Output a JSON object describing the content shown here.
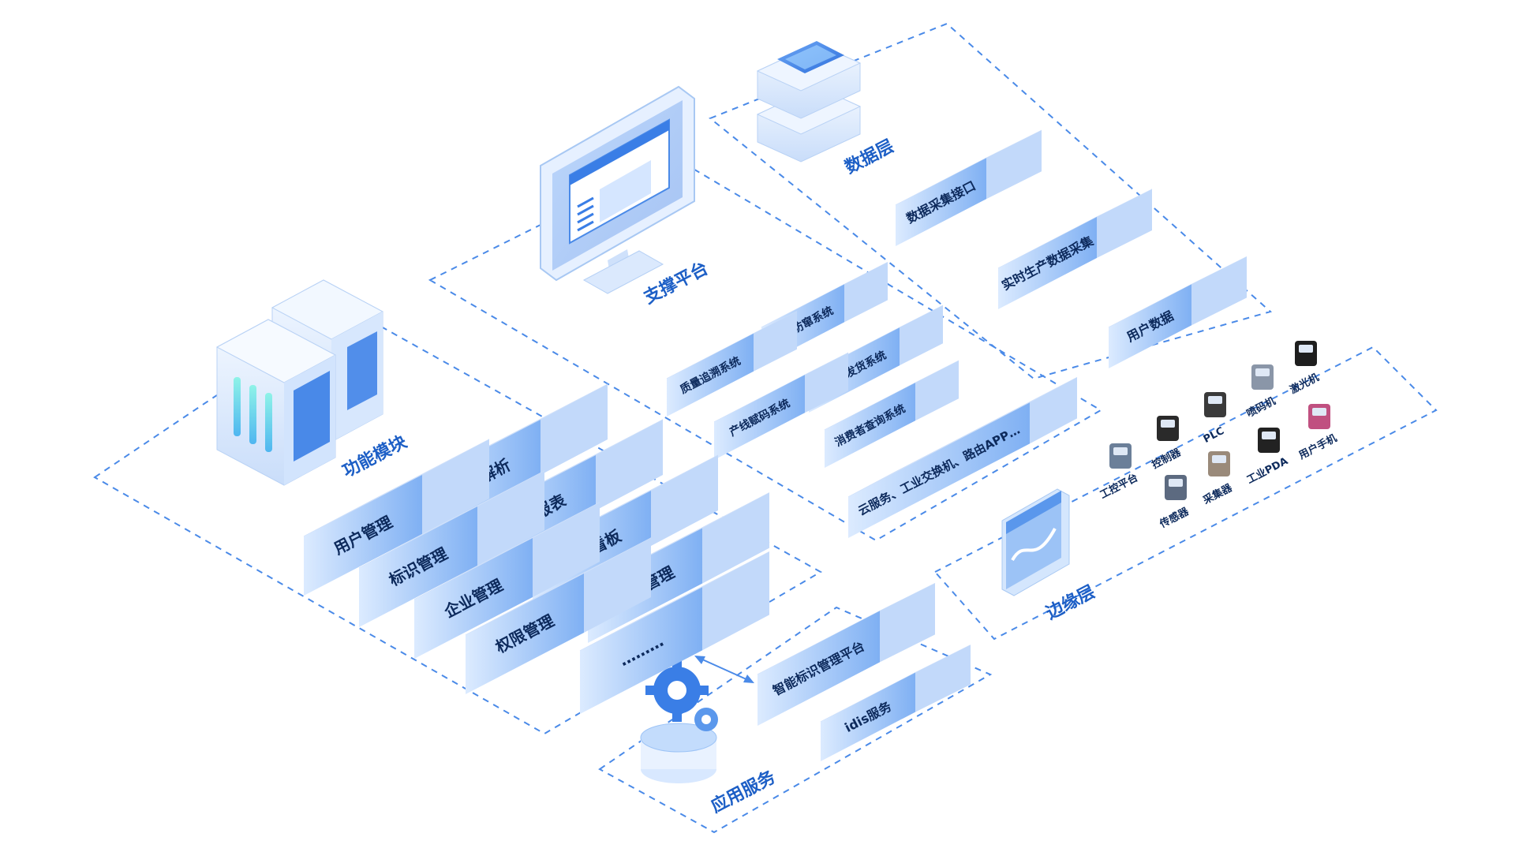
{
  "layers": {
    "data_layer": "数据层",
    "support_platform": "支撑平台",
    "function_module": "功能模块",
    "edge_layer": "边缘层",
    "app_service": "应用服务"
  },
  "data_layer_items": [
    "数据采集接口",
    "实时生产数据采集",
    "用户数据"
  ],
  "platform_items": [
    "防伪防窜系统",
    "质量追溯系统",
    "PDA发货系统",
    "产线赋码系统",
    "消费者查询系统",
    "云服务、工业交换机、路由APP…"
  ],
  "function_items": [
    "标识解析",
    "用户管理",
    "统计报表",
    "标识管理",
    "数据看板",
    "企业管理",
    "接口管理",
    "权限管理",
    "………"
  ],
  "app_items": [
    "智能标识管理平台",
    "idis服务"
  ],
  "edge_devices": [
    {
      "label": "工控平台",
      "icon": "industrial-pc-icon"
    },
    {
      "label": "控制器",
      "icon": "controller-icon"
    },
    {
      "label": "PLC",
      "icon": "plc-icon"
    },
    {
      "label": "喷码机",
      "icon": "inkjet-printer-icon"
    },
    {
      "label": "激光机",
      "icon": "laser-machine-icon"
    },
    {
      "label": "传感器",
      "icon": "sensor-icon"
    },
    {
      "label": "采集器",
      "icon": "collector-icon"
    },
    {
      "label": "工业PDA",
      "icon": "pda-icon"
    },
    {
      "label": "用户手机",
      "icon": "phone-icon"
    }
  ],
  "colors": {
    "dash": "#4a8ae8",
    "label": "#1d5fc6",
    "block_front": "#7fb0f3",
    "block_top": "#eaf3ff",
    "block_side": "#cfe2fb",
    "text_dark": "#0d2a5c"
  }
}
